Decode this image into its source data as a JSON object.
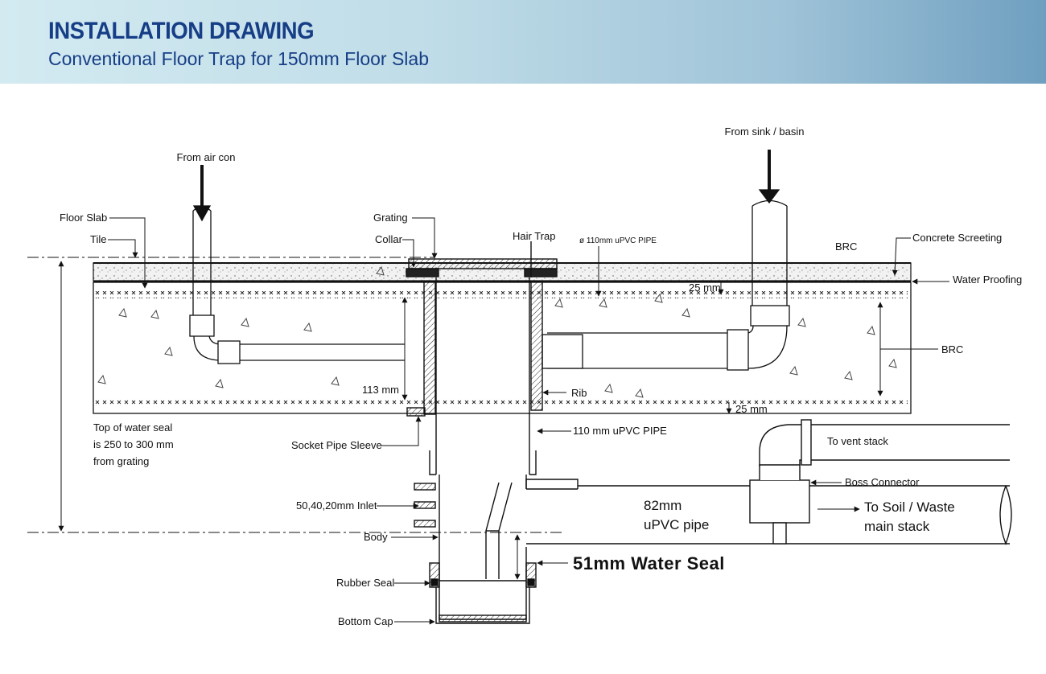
{
  "header": {
    "title": "INSTALLATION DRAWING",
    "subtitle": "Conventional Floor Trap for 150mm Floor Slab"
  },
  "labels": {
    "from_air_con": "From air con",
    "from_sink_basin": "From sink / basin",
    "floor_slab": "Floor Slab",
    "tile": "Tile",
    "grating": "Grating",
    "collar": "Collar",
    "hair_trap": "Hair Trap",
    "pipe_110_dia": "ø 110mm uPVC PIPE",
    "brc_top": "BRC",
    "concrete_screeting": "Concrete Screeting",
    "water_proofing": "Water Proofing",
    "dim_25_top": "25 mm",
    "brc_right": "BRC",
    "dim_113": "113 mm",
    "rib": "Rib",
    "dim_25_bottom": "25 mm",
    "water_seal_note": [
      "Top of water seal",
      "is 250 to 300 mm",
      "from grating"
    ],
    "socket_pipe_sleeve": "Socket Pipe Sleeve",
    "pipe_110": "110 mm uPVC PIPE",
    "to_vent_stack": "To vent stack",
    "boss_connector": "Boss Connector",
    "inlet": "50,40,20mm Inlet",
    "pipe_82": [
      "82mm",
      "uPVC pipe"
    ],
    "to_soil_waste": [
      "To Soil / Waste",
      "main stack"
    ],
    "body": "Body",
    "water_seal_51": "51mm Water Seal",
    "rubber_seal": "Rubber Seal",
    "bottom_cap": "Bottom Cap"
  },
  "colors": {
    "banner_title": "#163e86",
    "line": "#111111"
  }
}
